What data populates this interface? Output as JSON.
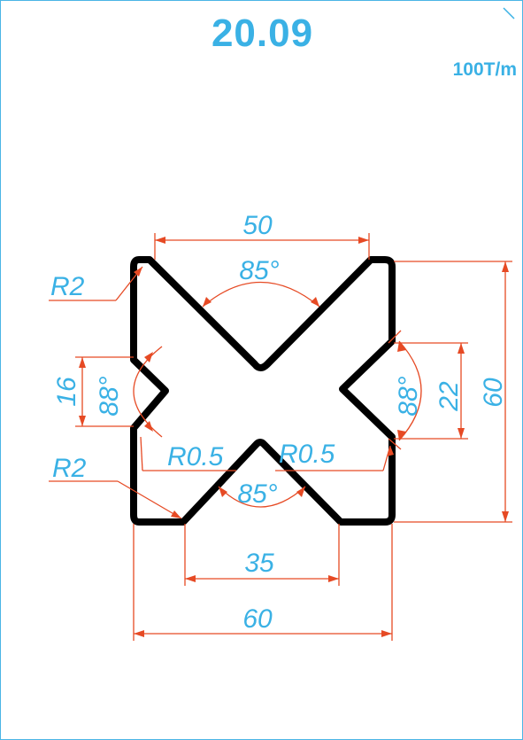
{
  "title": "20.09",
  "tonnage": "100T/m",
  "dimensions": {
    "top_opening": "50",
    "top_angle": "85°",
    "radius_top_left": "R2",
    "radius_bottom_left": "R2",
    "side_height_left": "16",
    "side_angle_left": "88°",
    "side_angle_right": "88°",
    "side_height_right": "22",
    "total_height": "60",
    "radius_center_left": "R0.5",
    "radius_center_right": "R0.5",
    "bottom_angle": "85°",
    "bottom_opening": "35",
    "total_width": "60"
  },
  "colors": {
    "border": "#4ab5e6",
    "text": "#3ab1e5",
    "dimension_lines": "#e64a24",
    "profile": "#000000"
  },
  "icons": [
    "corner-mark-icon"
  ]
}
